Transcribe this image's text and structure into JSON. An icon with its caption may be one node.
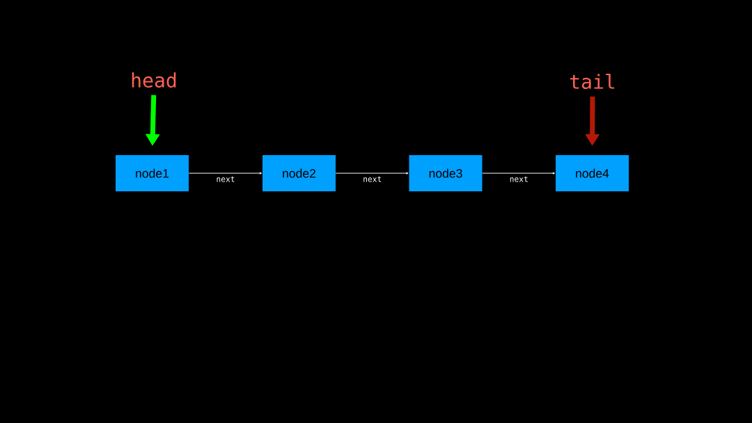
{
  "diagram": {
    "nodes": [
      {
        "text": [
          "head"
        ]
      },
      {
        "text": [
          "tail"
        ]
      },
      {
        "text": [
          "node1"
        ]
      },
      {
        "text": [
          "node2"
        ]
      },
      {
        "text": [
          "node3"
        ]
      },
      {
        "text": [
          "node4"
        ]
      }
    ],
    "edges": [
      {
        "from": 0,
        "to": 2,
        "arrow": "to",
        "style": "thick",
        "color": "#00ff00"
      },
      {
        "from": 1,
        "to": 5,
        "arrow": "to",
        "style": "thick",
        "color": "#b31a06"
      },
      {
        "from": 2,
        "to": 3,
        "arrow": "to",
        "label": "next"
      },
      {
        "from": 3,
        "to": 4,
        "arrow": "to",
        "label": "next"
      },
      {
        "from": 4,
        "to": 5,
        "arrow": "to",
        "label": "next"
      }
    ]
  }
}
